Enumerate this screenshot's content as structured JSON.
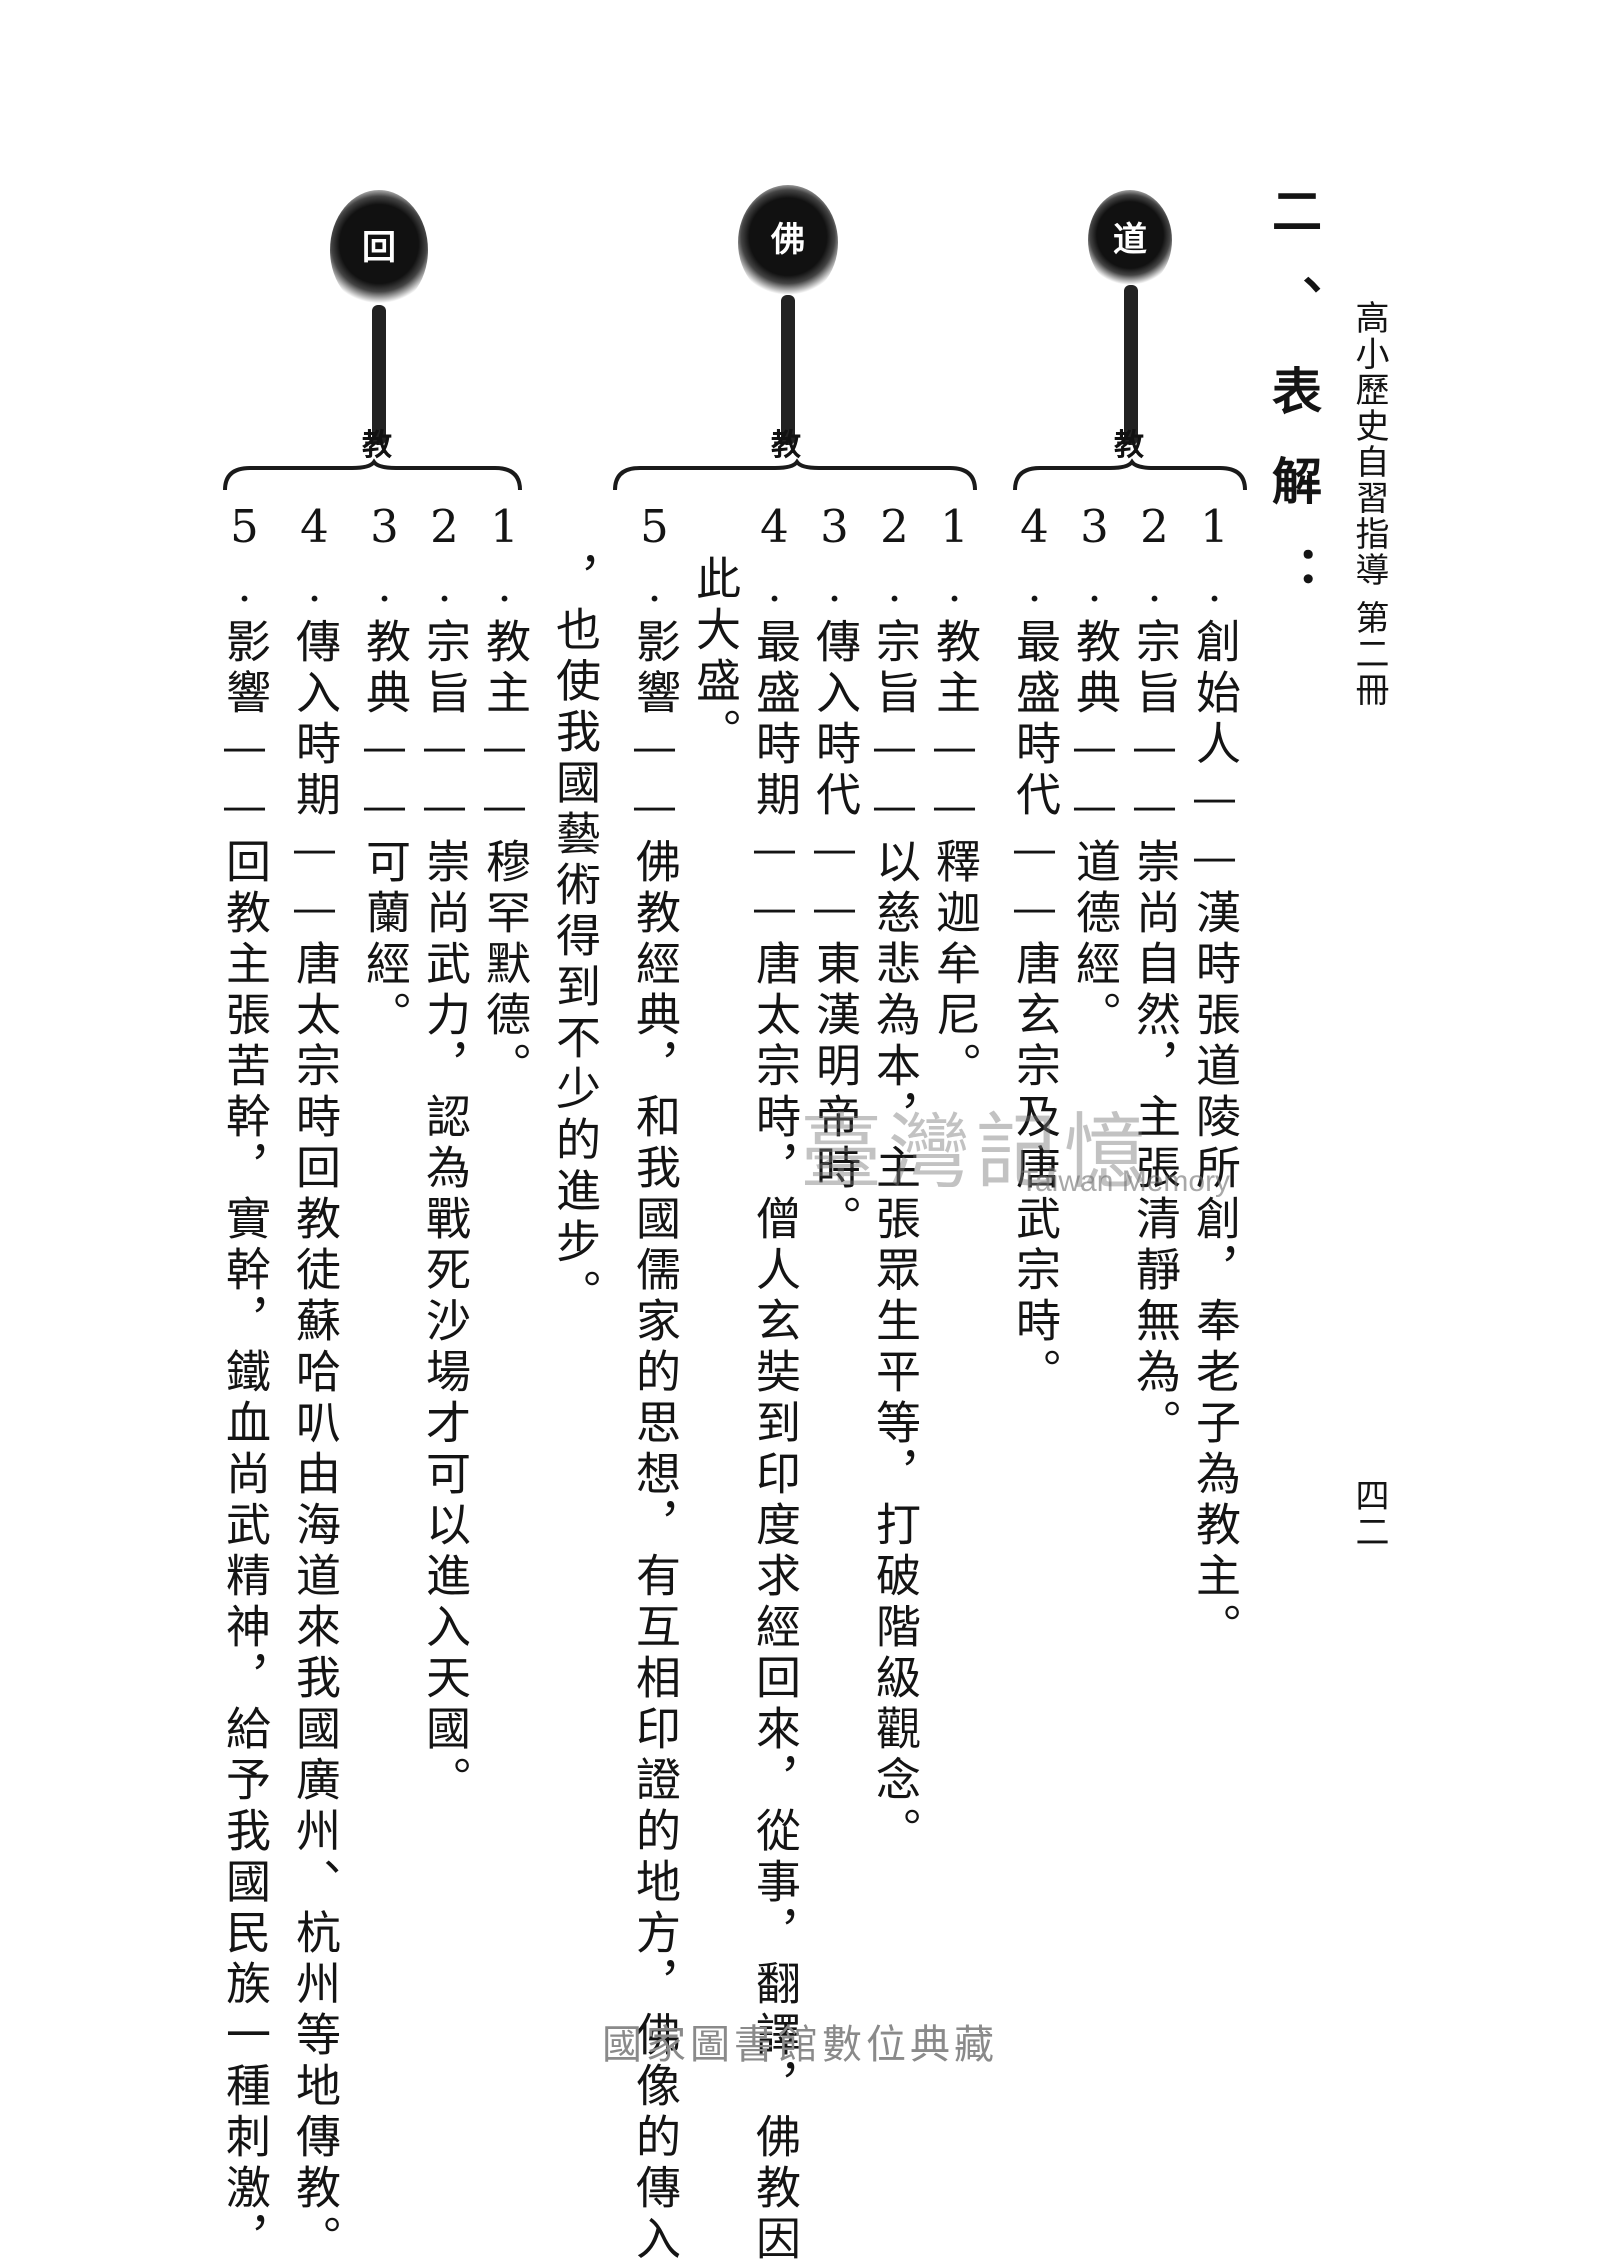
{
  "header": {
    "book_title": "高小歷史自習指導",
    "volume": "第二冊",
    "page_number": "四二"
  },
  "section_heading": "二、表解：",
  "diagrams": {
    "taoism": {
      "blob_label": "道",
      "stem_label": "教",
      "items": [
        "1.創始人——漢時張道陵所創，奉老子為教主。",
        "2.宗旨——崇尚自然，主張清靜無為。",
        "3.教典——道德經。",
        "4.最盛時代——唐玄宗及唐武宗時。"
      ]
    },
    "buddhism": {
      "blob_label": "佛",
      "stem_label": "教",
      "items": [
        "1.教主——釋迦牟尼。",
        "2.宗旨——以慈悲為本，主張眾生平等，打破階級觀念。",
        "3.傳入時代——東漢明帝時。",
        "4.最盛時期——唐太宗時，僧人玄奘到印度求經回來，從事，翻譯，佛教因",
        "此大盛。",
        "5.影響——佛教經典，和我國儒家的思想，有互相印證的地方，佛像的傳入",
        "，也使我國藝術得到不少的進步。"
      ]
    },
    "islam": {
      "blob_label": "回",
      "stem_label": "教",
      "items": [
        "1.教主——穆罕默德。",
        "2.宗旨——崇尚武力，認為戰死沙場才可以進入天國。",
        "3.教典——可蘭經。",
        "4.傳入時期——唐太宗時回教徒蘇哈叭由海道來我國廣州、杭州等地傳教。",
        "5.影響——回教主張苦幹，實幹，鐵血尚武精神，給予我國民族一種刺激，"
      ]
    }
  },
  "watermark": {
    "text": "臺灣記憶",
    "subtitle": "Taiwan Memory"
  },
  "footer": "國家圖書館數位典藏"
}
